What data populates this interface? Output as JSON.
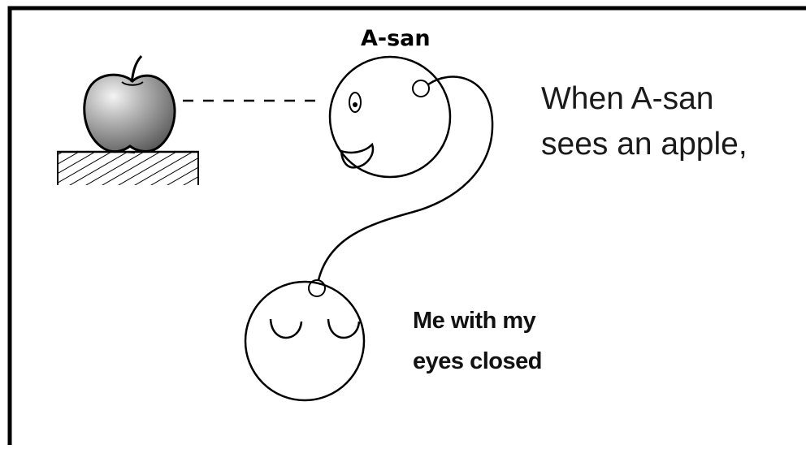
{
  "labels": {
    "person_a": "A-san",
    "caption_line1": "When A-san",
    "caption_line2": "sees an apple,",
    "me_line1": "Me with my",
    "me_line2": "eyes closed"
  },
  "icons": {
    "apple": "apple-icon",
    "table": "hatched-table-icon",
    "face_a": "smiling-face-icon",
    "face_me": "closed-eyes-face-icon"
  },
  "colors": {
    "ink": "#000000",
    "background": "#ffffff",
    "apple_fill": "#8a8a8a"
  }
}
